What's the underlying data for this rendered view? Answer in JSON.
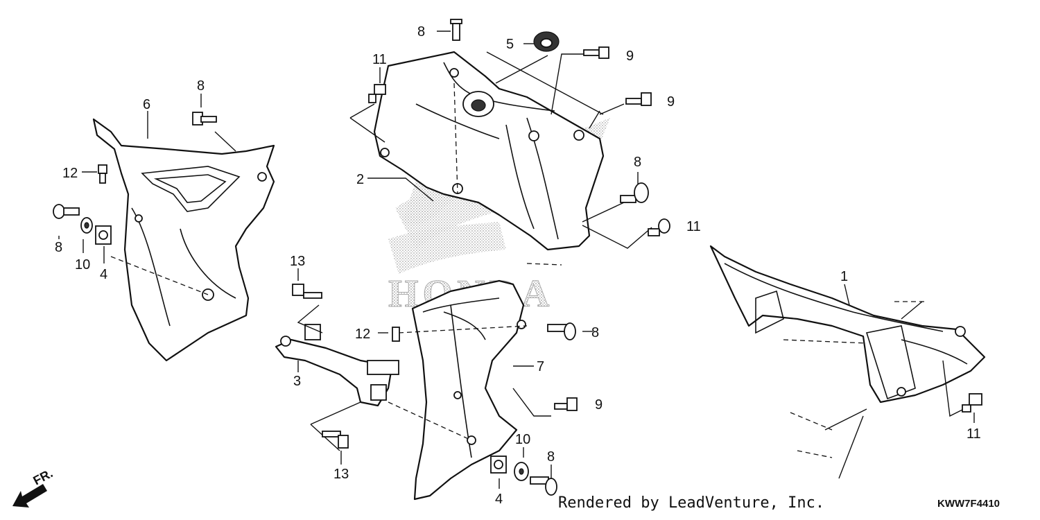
{
  "diagram": {
    "callouts": {
      "c8_top": "8",
      "c5": "5",
      "c9_a": "9",
      "c11_top": "11",
      "c9_b": "9",
      "c8_left_top": "8",
      "c6": "6",
      "c12_left": "12",
      "c2": "2",
      "c8_mid": "8",
      "c11_mid": "11",
      "c8_left": "8",
      "c10_left": "10",
      "c4_left": "4",
      "c13_top": "13",
      "c1": "1",
      "c12_mid": "12",
      "c8_low": "8",
      "c7": "7",
      "c3": "3",
      "c9_low": "9",
      "c11_right": "11",
      "c10_bottom": "10",
      "c8_bottom": "8",
      "c13_bottom": "13",
      "c4_bottom": "4"
    },
    "watermark": "HONDA",
    "direction_label": "FR.",
    "rendered_by": "Rendered by LeadVenture, Inc.",
    "diagram_code": "KWW7F4410"
  }
}
